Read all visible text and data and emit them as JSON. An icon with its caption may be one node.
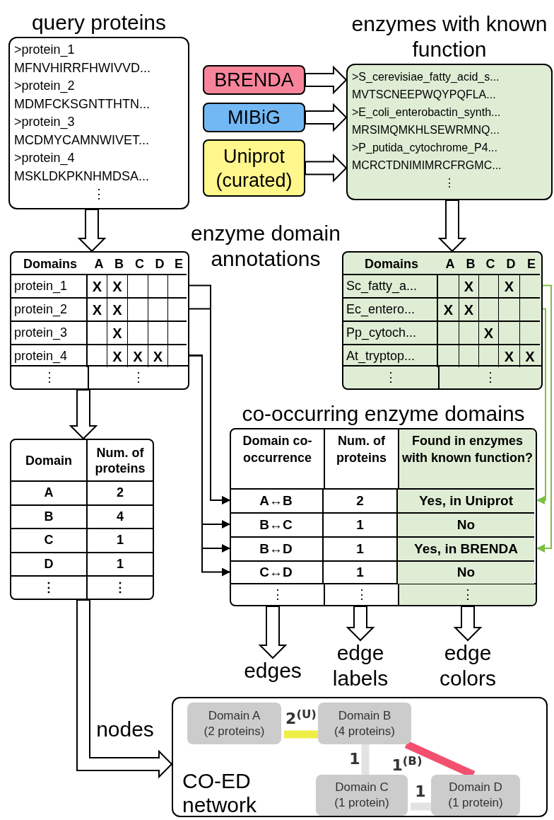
{
  "diagram": {
    "nodes": [
      {
        "text": [
          "query proteins",
          ">protein_1",
          "MFNVHIRRFHWIVVD...",
          ">protein_2",
          "MDMFCKSGNTTHTN...",
          ">protein_3",
          "MCDMYCAMNWIVET...",
          ">protein_4",
          "MSKLDKPKNHMDSA...",
          "⋮"
        ]
      },
      {
        "text": [
          "BRENDA"
        ]
      },
      {
        "text": [
          "MIBiG"
        ]
      },
      {
        "text": [
          "Uniprot (curated)"
        ]
      },
      {
        "text": [
          "enzymes with known function",
          ">S_cerevisiae_fatty_acid_s...",
          "MVTSCNEEPWQYPQFLA...",
          ">E_coli_enterobactin_synth...",
          "MRSIMQMKHLSEWRMNQ...",
          ">P_putida_cytochrome_P4...",
          "MCRCTDNIMIMRCFRGMC...",
          "⋮"
        ]
      },
      {
        "text": [
          "Domains",
          "A",
          "B",
          "C",
          "D",
          "E",
          "⋮",
          "⋮"
        ]
      },
      {
        "text": [
          "protein_1",
          "X",
          "X"
        ],
        "in": 5
      },
      {
        "text": [
          "protein_2",
          "X",
          "X"
        ],
        "in": 5
      },
      {
        "text": [
          "protein_3",
          "X"
        ],
        "in": 5
      },
      {
        "text": [
          "protein_4",
          "X",
          "X",
          "X"
        ],
        "in": 5
      },
      {
        "text": [
          "Domains",
          "A",
          "B",
          "C",
          "D",
          "E",
          "⋮",
          "⋮"
        ]
      },
      {
        "text": [
          "Sc_fatty_a...",
          "X",
          "X"
        ],
        "in": 10
      },
      {
        "text": [
          "Ec_entero...",
          "X",
          "X"
        ],
        "in": 10
      },
      {
        "text": [
          "Pp_cytoch...",
          "X"
        ],
        "in": 10
      },
      {
        "text": [
          "At_tryptop...",
          "X",
          "X"
        ],
        "in": 10
      },
      {
        "text": [
          "Domain",
          "Num. of proteins",
          "A",
          "2",
          "B",
          "4",
          "C",
          "1",
          "D",
          "1",
          "⋮",
          "⋮"
        ]
      },
      {
        "text": [
          "co-occurring enzyme domains",
          "Domain co-occurrence",
          "Num. of proteins",
          "Found in enzymes with known function?",
          "⋮",
          "⋮",
          "⋮"
        ]
      },
      {
        "text": [
          "A↔B",
          "2",
          "Yes, in Uniprot"
        ],
        "in": 16
      },
      {
        "text": [
          "B↔C",
          "1",
          "No"
        ],
        "in": 16
      },
      {
        "text": [
          "B↔D",
          "1",
          "Yes, in BRENDA"
        ],
        "in": 16
      },
      {
        "text": [
          "C↔D",
          "1",
          "No"
        ],
        "in": 16
      },
      {
        "text": [
          "edges"
        ]
      },
      {
        "text": [
          "edge labels"
        ]
      },
      {
        "text": [
          "edge colors"
        ]
      },
      {
        "text": [
          "CO-ED network"
        ]
      },
      {
        "text": [
          "Domain A",
          "(2 proteins)"
        ],
        "in": 24
      },
      {
        "text": [
          "Domain B",
          "(4 proteins)"
        ],
        "in": 24
      },
      {
        "text": [
          "Domain C",
          "(1 protein)"
        ],
        "in": 24
      },
      {
        "text": [
          "Domain D",
          "(1 protein)"
        ],
        "in": 24
      }
    ],
    "edges": [
      {
        "from": 1,
        "to": 4,
        "arrow": "to",
        "style": "thick"
      },
      {
        "from": 2,
        "to": 4,
        "arrow": "to",
        "style": "thick"
      },
      {
        "from": 3,
        "to": 4,
        "arrow": "to",
        "style": "thick"
      },
      {
        "from": 0,
        "to": 5,
        "arrow": "to",
        "style": "thick"
      },
      {
        "from": 4,
        "to": 10,
        "arrow": "to",
        "style": "thick"
      },
      {
        "from": 5,
        "to": 15,
        "arrow": "to",
        "style": "thick"
      },
      {
        "from": 6,
        "to": 17,
        "arrow": "to"
      },
      {
        "from": 7,
        "to": 17,
        "arrow": "to"
      },
      {
        "from": 9,
        "to": 18,
        "arrow": "to"
      },
      {
        "from": 9,
        "to": 19,
        "arrow": "to"
      },
      {
        "from": 9,
        "to": 20,
        "arrow": "to"
      },
      {
        "from": 11,
        "to": 19,
        "arrow": "to",
        "color": "#7ac143"
      },
      {
        "from": 12,
        "to": 17,
        "arrow": "to",
        "color": "#7ac143"
      },
      {
        "from": 16,
        "to": 21,
        "arrow": "to",
        "style": "thick"
      },
      {
        "from": 16,
        "to": 22,
        "arrow": "to",
        "style": "thick"
      },
      {
        "from": 16,
        "to": 23,
        "arrow": "to",
        "style": "thick"
      },
      {
        "from": 15,
        "to": 24,
        "arrow": "to",
        "style": "thick",
        "label": "nodes"
      },
      {
        "from": 25,
        "to": 26,
        "arrow": "none",
        "style": "thick",
        "color": "#eeee44",
        "label": "2$^{(U)}$"
      },
      {
        "from": 26,
        "to": 27,
        "arrow": "none",
        "style": "thick",
        "color": "#e3e3e3",
        "label": "1"
      },
      {
        "from": 26,
        "to": 28,
        "arrow": "none",
        "style": "thick",
        "color": "#f2506e",
        "label": "1$^{(B)}$"
      },
      {
        "from": 27,
        "to": 28,
        "arrow": "none",
        "style": "thick",
        "color": "#e3e3e3",
        "label": "1"
      }
    ],
    "labels": [
      "enzyme domain annotations"
    ]
  }
}
